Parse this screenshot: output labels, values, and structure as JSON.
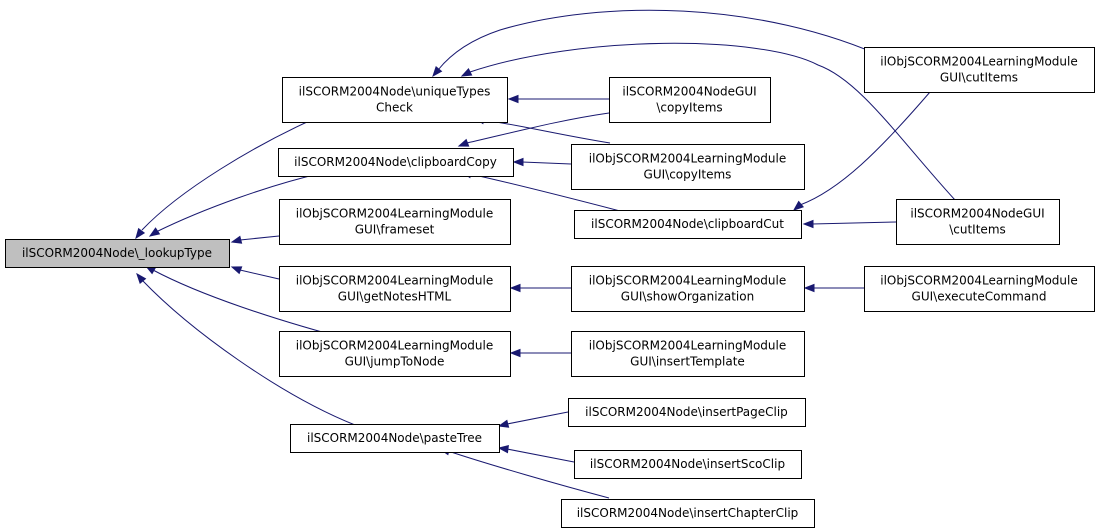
{
  "diagram": {
    "colors": {
      "edge": "#191970",
      "root_fill": "#bfbfbf",
      "node_fill": "#ffffff",
      "border": "#000000"
    },
    "nodes": {
      "root": [
        "ilSCORM2004Node\\_lookupType"
      ],
      "uniqueTypesCheck": [
        "ilSCORM2004Node\\uniqueTypes",
        "Check"
      ],
      "clipboardCopy": [
        "ilSCORM2004Node\\clipboardCopy"
      ],
      "frameset": [
        "ilObjSCORM2004LearningModule",
        "GUI\\frameset"
      ],
      "getNotesHTML": [
        "ilObjSCORM2004LearningModule",
        "GUI\\getNotesHTML"
      ],
      "jumpToNode": [
        "ilObjSCORM2004LearningModule",
        "GUI\\jumpToNode"
      ],
      "pasteTree": [
        "ilSCORM2004Node\\pasteTree"
      ],
      "nodeGuiCopyItems": [
        "ilSCORM2004NodeGUI",
        "\\copyItems"
      ],
      "lmGuiCopyItems": [
        "ilObjSCORM2004LearningModule",
        "GUI\\copyItems"
      ],
      "clipboardCut": [
        "ilSCORM2004Node\\clipboardCut"
      ],
      "showOrganization": [
        "ilObjSCORM2004LearningModule",
        "GUI\\showOrganization"
      ],
      "insertTemplate": [
        "ilObjSCORM2004LearningModule",
        "GUI\\insertTemplate"
      ],
      "insertPageClip": [
        "ilSCORM2004Node\\insertPageClip"
      ],
      "insertScoClip": [
        "ilSCORM2004Node\\insertScoClip"
      ],
      "insertChapterClip": [
        "ilSCORM2004Node\\insertChapterClip"
      ],
      "lmGuiCutItems": [
        "ilObjSCORM2004LearningModule",
        "GUI\\cutItems"
      ],
      "nodeGuiCutItems": [
        "ilSCORM2004NodeGUI",
        "\\cutItems"
      ],
      "executeCommand": [
        "ilObjSCORM2004LearningModule",
        "GUI\\executeCommand"
      ]
    }
  }
}
